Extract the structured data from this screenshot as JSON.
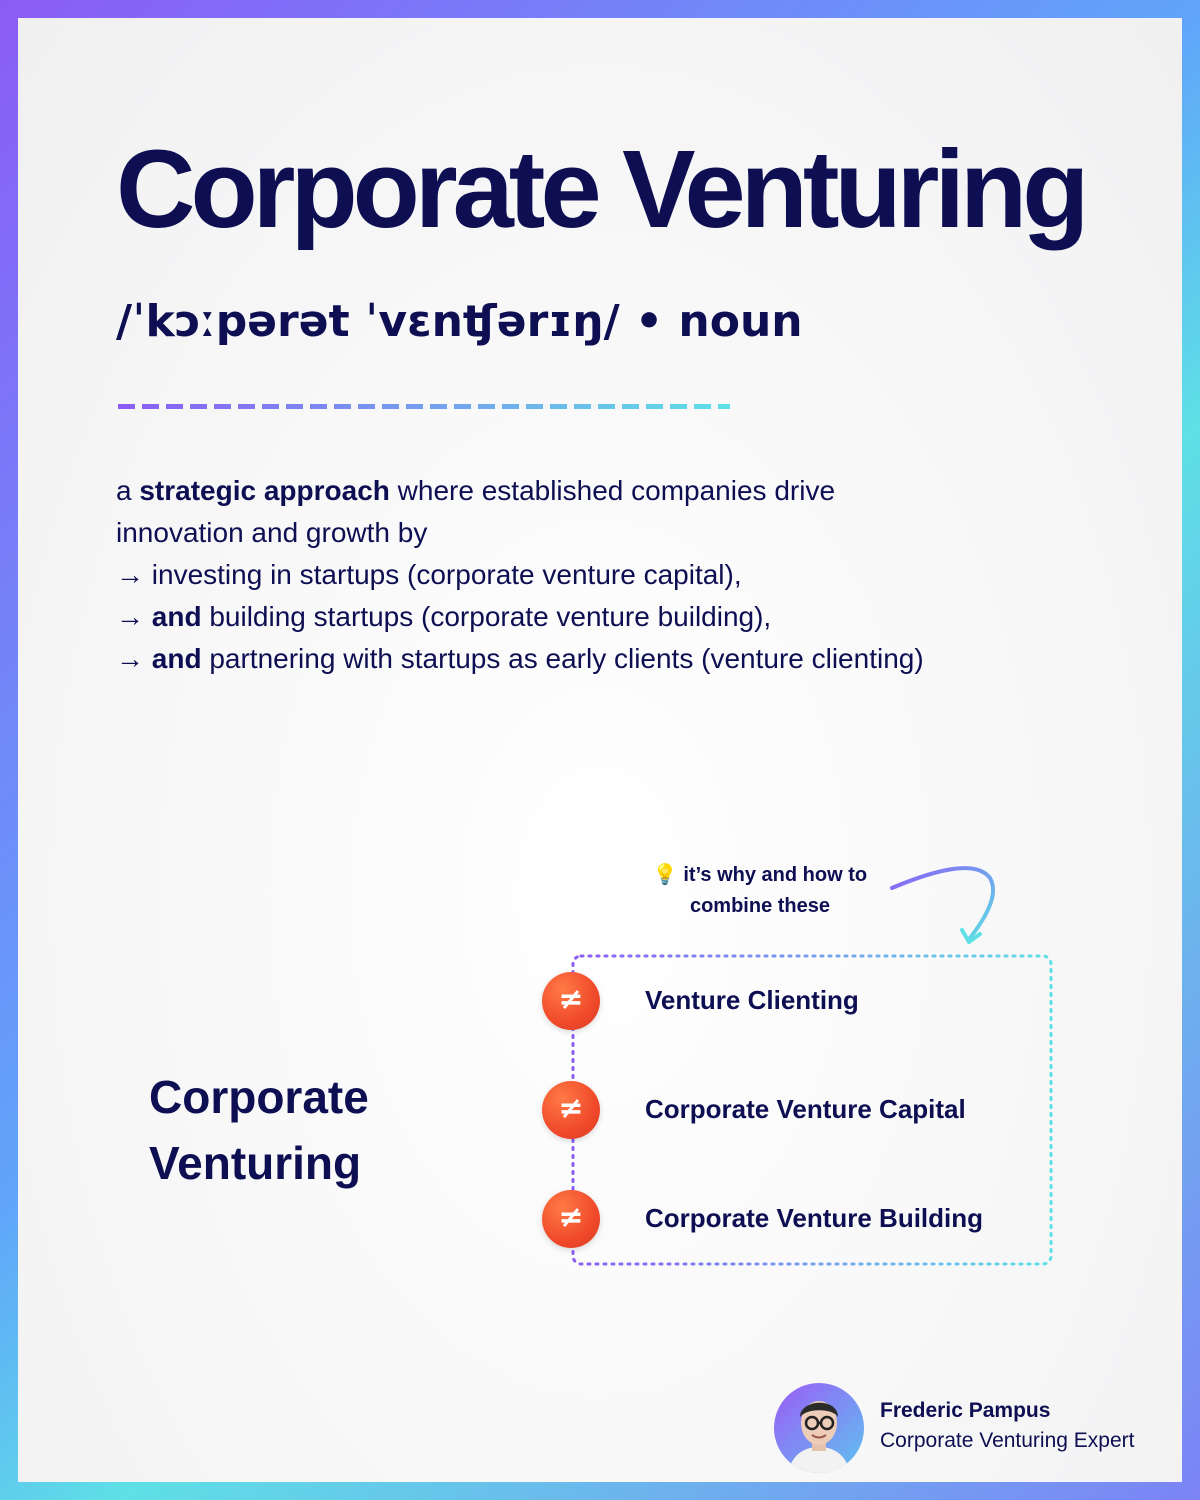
{
  "header": {
    "title": "Corporate Venturing",
    "pronunciation": "/ˈkɔːpərət ˈvɛnʧərɪŋ/ • noun"
  },
  "definition": {
    "line1_pre": "a ",
    "line1_bold": "strategic approach",
    "line1_post": " where established companies drive",
    "line2": "innovation and growth by",
    "line3": "→ investing in startups (corporate venture capital),",
    "line4_arrow": "→ ",
    "line4_bold": "and",
    "line4_post": " building startups (corporate venture building),",
    "line5_arrow": "→ ",
    "line5_bold": "and",
    "line5_post": " partnering with startups as early clients (venture clienting)"
  },
  "diagram": {
    "tip_icon": "💡",
    "tip_line1": " it’s why and how to",
    "tip_line2": "combine these",
    "left_label_line1": "Corporate",
    "left_label_line2": "Venturing",
    "badge_symbol": "≠",
    "items": [
      {
        "label": "Venture Clienting"
      },
      {
        "label": "Corporate Venture Capital"
      },
      {
        "label": "Corporate Venture Building"
      }
    ],
    "colors": {
      "gradient_start": "#8b5cf6",
      "gradient_end": "#5ee0e6",
      "badge": "#f04a2b",
      "text": "#0d0f52"
    }
  },
  "author": {
    "name": "Frederic Pampus",
    "role": "Corporate Venturing Expert"
  }
}
